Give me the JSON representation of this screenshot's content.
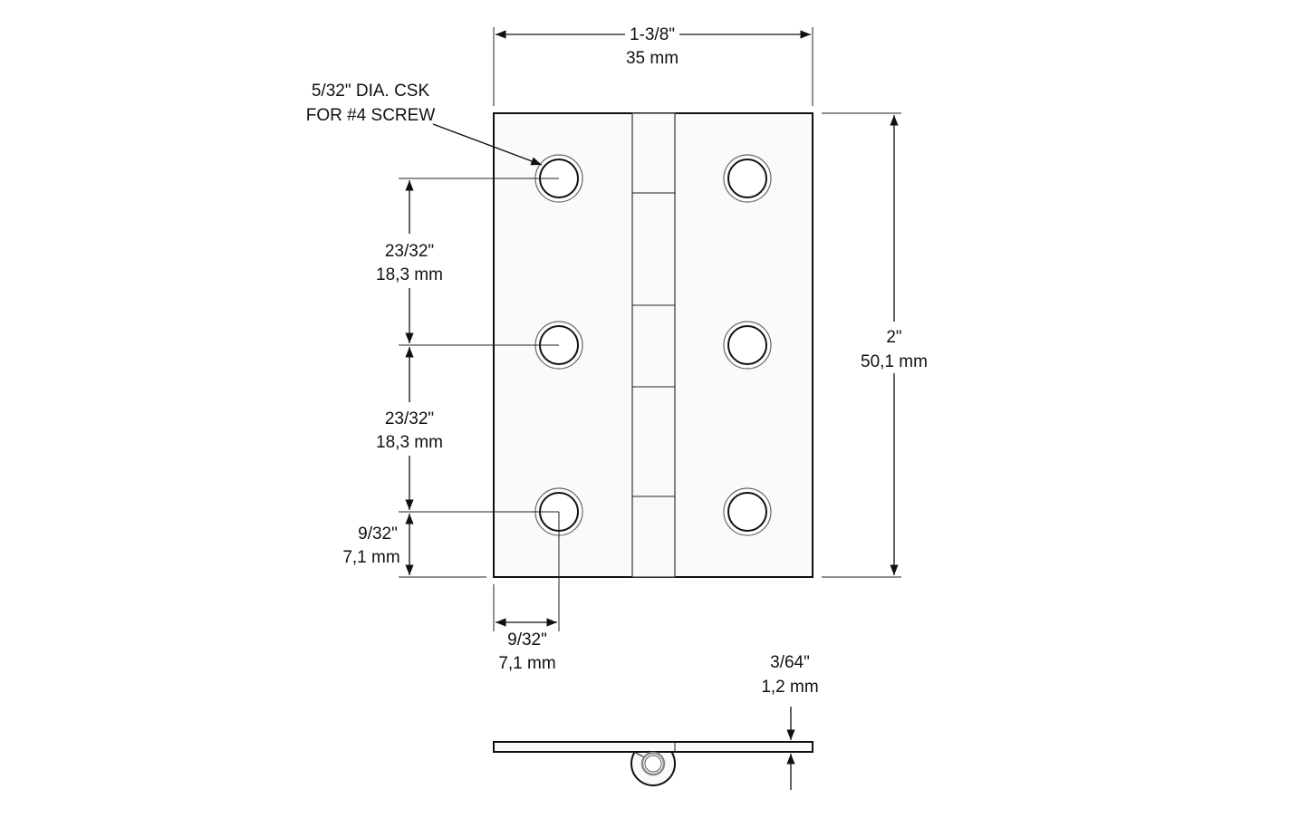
{
  "dimensions": {
    "width": {
      "inch": "1-3/8\"",
      "mm": "35 mm"
    },
    "height": {
      "inch": "2\"",
      "mm": "50,1 mm"
    },
    "hole_spacing_1": {
      "inch": "23/32\"",
      "mm": "18,3 mm"
    },
    "hole_spacing_2": {
      "inch": "23/32\"",
      "mm": "18,3 mm"
    },
    "hole_edge_vertical": {
      "inch": "9/32\"",
      "mm": "7,1 mm"
    },
    "hole_edge_horizontal": {
      "inch": "9/32\"",
      "mm": "7,1 mm"
    },
    "thickness": {
      "inch": "3/64\"",
      "mm": "1,2 mm"
    }
  },
  "hole_note": {
    "line1": "5/32\" DIA. CSK",
    "line2": "FOR #4 SCREW"
  }
}
